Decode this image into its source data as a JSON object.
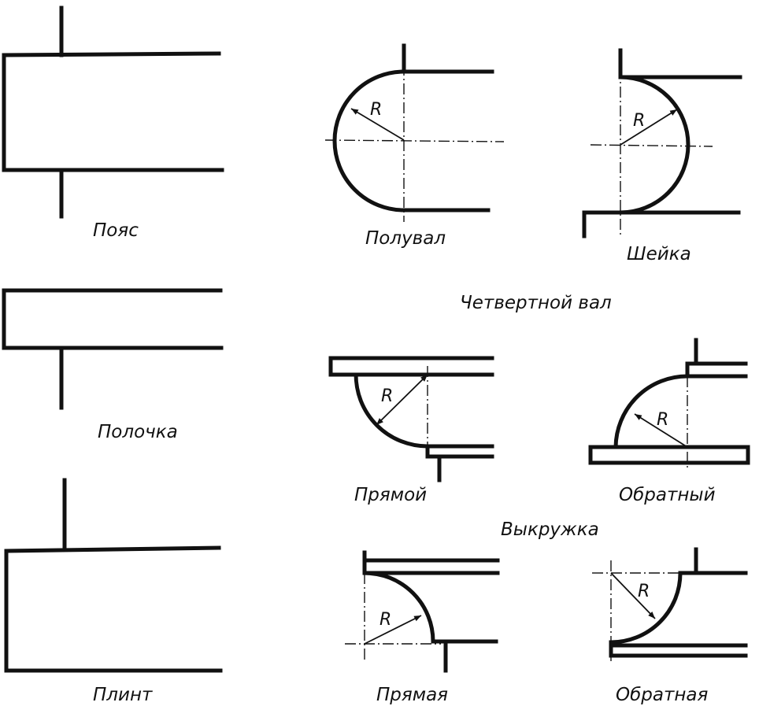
{
  "figures": {
    "poyas": {
      "label": "Пояс"
    },
    "polochka": {
      "label": "Полочка"
    },
    "plint": {
      "label": "Плинт"
    },
    "poluval": {
      "label": "Полувал",
      "radius": "R"
    },
    "sheyka": {
      "label": "Шейка",
      "radius": "R"
    },
    "chetvertnoy_pryamoy": {
      "label": "Прямой",
      "radius": "R"
    },
    "chetvertnoy_obratny": {
      "label": "Обратный",
      "radius": "R"
    },
    "vykruzhka_pryamaya": {
      "label": "Прямая",
      "radius": "R"
    },
    "vykruzhka_obratnaya": {
      "label": "Обратная",
      "radius": "R"
    }
  },
  "group_titles": {
    "chetvertnoy_val": "Четвертной вал",
    "vykruzhka": "Выкружка"
  }
}
